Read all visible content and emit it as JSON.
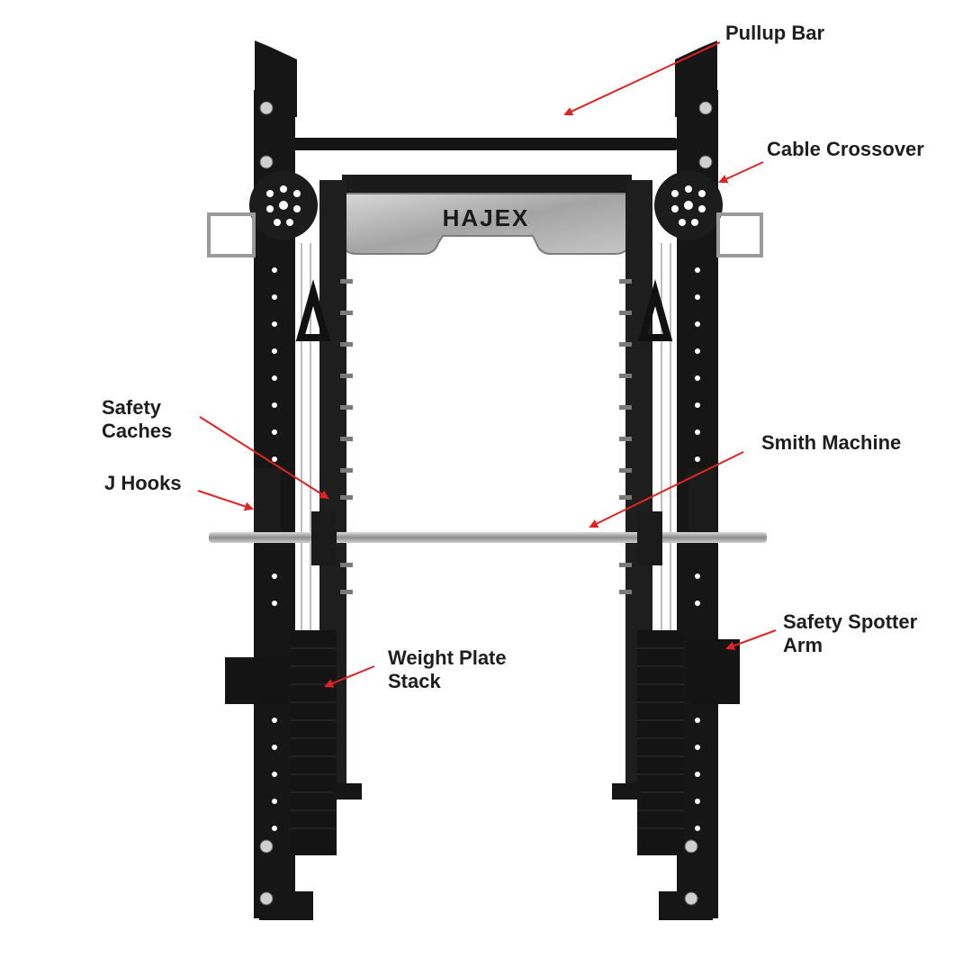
{
  "brand": {
    "logo_text": "HAJEX"
  },
  "colors": {
    "frame": "#161616",
    "frame_edge": "#2b2b2b",
    "steel": "#a9a9a9",
    "plate_steel": "#b5b5b5",
    "arrow": "#e02424",
    "label_text": "#1e1e1e",
    "background": "#ffffff"
  },
  "labels": {
    "pullup_bar": "Pullup Bar",
    "cable_crossover": "Cable Crossover",
    "safety_caches_line1": "Safety",
    "safety_caches_line2": "Caches",
    "j_hooks": "J Hooks",
    "smith_machine": "Smith Machine",
    "safety_spotter_line1": "Safety Spotter",
    "safety_spotter_line2": "Arm",
    "weight_stack_line1": "Weight Plate",
    "weight_stack_line2": "Stack"
  }
}
